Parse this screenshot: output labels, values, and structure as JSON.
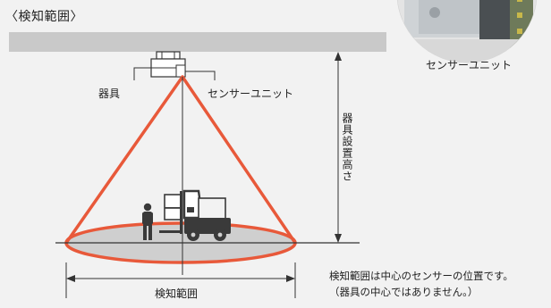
{
  "page_title": "〈検知範囲〉",
  "labels": {
    "fixture": "器具",
    "sensor": "センサーユニット",
    "sensor_unit_caption": "センサーユニット",
    "fixture_installation_height": "器具設置高さ",
    "detection_range": "検知範囲"
  },
  "note": {
    "line1": "検知範囲は中心のセンサーの位置です。",
    "line2": "（器具の中心ではありません。）"
  },
  "colors": {
    "cone": "#e8593a",
    "ceiling": "#c9c9c9",
    "floor_area": "#cfcfcf",
    "background": "#f2f2f2"
  }
}
